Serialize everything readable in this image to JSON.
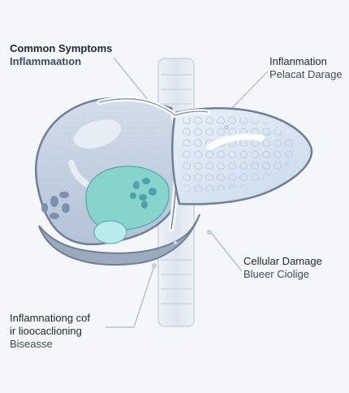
{
  "labels": {
    "top_left": {
      "line1": "Common Symptoms",
      "line2": "Inflammaatıon"
    },
    "top_right": {
      "line1": "Inflanmation",
      "line2": "Pelacat Darage"
    },
    "bottom_right": {
      "line1": "Cellular Damage",
      "line2": "Blueer Ciolige"
    },
    "bottom_left": {
      "line1": "Inflamnationg cof",
      "line2": "ir lioocaclioning",
      "line3": "Biseasse"
    }
  },
  "colors": {
    "background": "#f4f6f9",
    "outline": "#6f7f96",
    "left_lobe": "#c9d5e4",
    "left_lobe_dark": "#8e9db3",
    "right_lobe": "#dde8f2",
    "teal": "#86d4cc",
    "teal_dark": "#5aa9b3",
    "spine": "#dfe6ef",
    "leader": "#a7b6ca"
  }
}
